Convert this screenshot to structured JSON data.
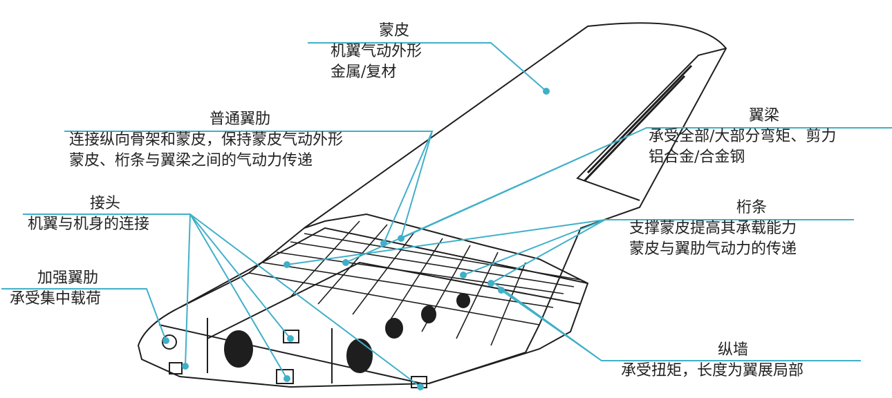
{
  "labels": {
    "skin": {
      "title": "蒙皮",
      "lines": [
        "机翼气动外形",
        "金属/复材"
      ]
    },
    "rib": {
      "title": "普通翼肋",
      "lines": [
        "连接纵向骨架和蒙皮，保持蒙皮气动外形",
        "蒙皮、桁条与翼梁之间的气动力传递"
      ]
    },
    "spar": {
      "title": "翼梁",
      "lines": [
        "承受全部/大部分弯矩、剪力",
        "铝合金/合金钢"
      ]
    },
    "joint": {
      "title": "接头",
      "lines": [
        "机翼与机身的连接"
      ]
    },
    "stringer": {
      "title": "桁条",
      "lines": [
        "支撑蒙皮提高其承载能力",
        "蒙皮与翼肋气动力的传递"
      ]
    },
    "strong_rib": {
      "title": "加强翼肋",
      "lines": [
        "承受集中载荷"
      ]
    },
    "wall": {
      "title": "纵墙",
      "lines": [
        "承受扭矩，长度为翼展局部"
      ]
    }
  },
  "colors": {
    "leader": "#3fb0c8",
    "ink": "#1e1e1e",
    "dot": "#3fb0c8"
  }
}
